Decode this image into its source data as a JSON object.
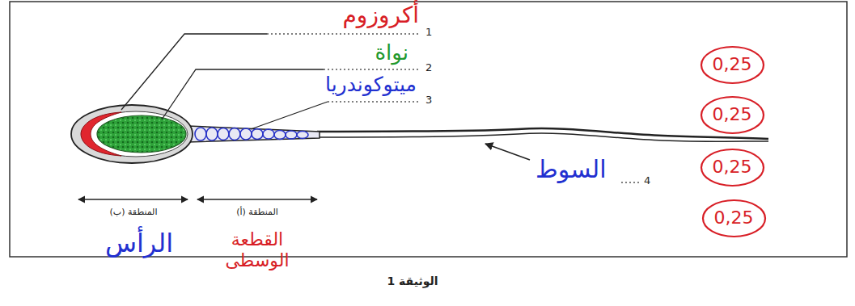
{
  "diagram": {
    "nodes": [
      {
        "text": [
          "0,25"
        ]
      },
      {
        "text": [
          "0,25"
        ]
      },
      {
        "text": [
          "0,25"
        ]
      },
      {
        "text": [
          "0,25"
        ]
      }
    ],
    "labels": [
      "أكروزوم",
      "1",
      "نواة",
      "2",
      "ميتوكوندريا",
      "3",
      "السوط",
      "4",
      "المنطقة (ب)",
      "المنطقة (أ)",
      "الرأس",
      "القطعة الوسطى",
      "الوثيقة 1"
    ]
  }
}
